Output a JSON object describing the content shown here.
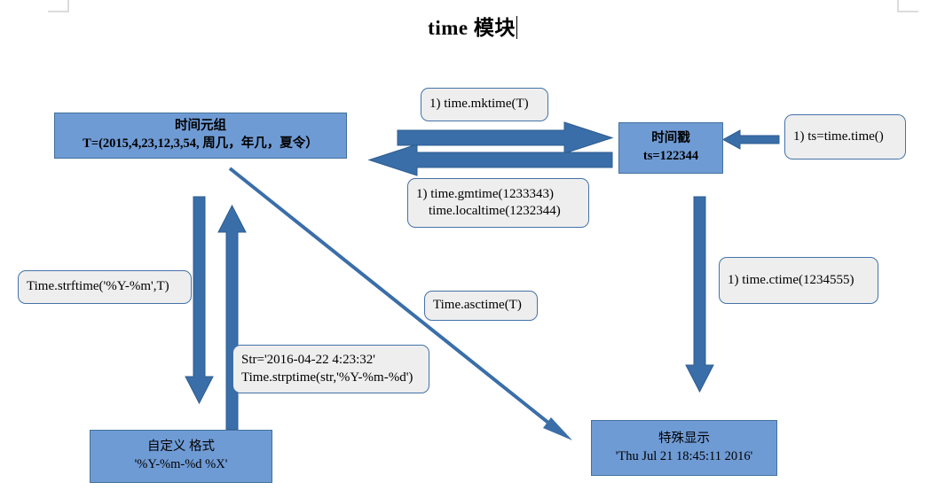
{
  "page": {
    "title": "time 模块",
    "accent_blue": "#6f9bd5",
    "accent_border": "#41719c",
    "arrow_blue": "#3a6ea8",
    "callout_bg": "#eeeeee",
    "callout_border": "#4472a8"
  },
  "boxes": {
    "time_tuple": {
      "line1": "时间元组",
      "line2": "T=(2015,4,23,12,3,54, 周几，年几，夏令）"
    },
    "timestamp": {
      "line1": "时间戳",
      "line2": "ts=122344"
    },
    "custom_format": {
      "line1": "自定义 格式",
      "line2": "'%Y-%m-%d %X'"
    },
    "special_display": {
      "line1": "特殊显示",
      "line2": "'Thu Jul 21 18:45:11 2016'"
    }
  },
  "callouts": {
    "mktime": {
      "line1": "1) time.mktime(T)"
    },
    "gmtime": {
      "line1": "1) time.gmtime(1233343)",
      "line2": "time.localtime(1232344)"
    },
    "time_time": {
      "line1": "1) ts=time.time()"
    },
    "ctime": {
      "line1": "1) time.ctime(1234555)"
    },
    "strftime": {
      "line1": "Time.strftime('%Y-%m',T)"
    },
    "strptime": {
      "line1": "Str='2016-04-22 4:23:32'",
      "line2": "Time.strptime(str,'%Y-%m-%d')"
    },
    "asctime": {
      "line1": "Time.asctime(T)"
    }
  },
  "arrows": [
    {
      "name": "tuple-to-timestamp",
      "direction": "right"
    },
    {
      "name": "timestamp-to-tuple",
      "direction": "left"
    },
    {
      "name": "timetime-to-timestamp",
      "direction": "left"
    },
    {
      "name": "tuple-to-customformat",
      "direction": "down"
    },
    {
      "name": "customformat-to-tuple",
      "direction": "up"
    },
    {
      "name": "timestamp-to-specialdisplay",
      "direction": "down"
    },
    {
      "name": "tuple-to-specialdisplay",
      "direction": "diagonal-down-right"
    }
  ]
}
